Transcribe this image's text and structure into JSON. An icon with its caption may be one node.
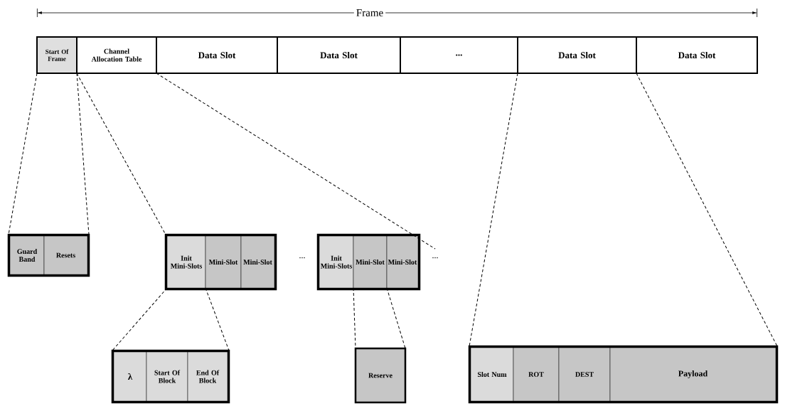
{
  "diagram": {
    "nodes": [
      {
        "text": [
          "Start Of Frame"
        ]
      },
      {
        "text": [
          "Channel Allocation Table"
        ]
      },
      {
        "text": [
          "Data Slot"
        ]
      },
      {
        "text": [
          "Data Slot"
        ]
      },
      {
        "text": [
          "..."
        ]
      },
      {
        "text": [
          "Data Slot"
        ]
      },
      {
        "text": [
          "Data Slot"
        ]
      },
      {
        "text": [],
        "shape": "box"
      },
      {
        "text": [
          "Guard Band"
        ],
        "in": 7
      },
      {
        "text": [
          "Resets"
        ],
        "in": 7
      },
      {
        "text": [],
        "shape": "box"
      },
      {
        "text": [
          "Init Mini-Slots"
        ],
        "in": 10
      },
      {
        "text": [
          "Mini-Slot"
        ],
        "in": 10
      },
      {
        "text": [
          "Mini-Slot"
        ],
        "in": 10
      },
      {
        "text": [
          "..."
        ]
      },
      {
        "text": [],
        "shape": "box"
      },
      {
        "text": [
          "Init Mini-Slots"
        ],
        "in": 15
      },
      {
        "text": [
          "Mini-Slot"
        ],
        "in": 15
      },
      {
        "text": [
          "Mini-Slot"
        ],
        "in": 15
      },
      {
        "text": [
          "..."
        ]
      },
      {
        "text": [],
        "shape": "box"
      },
      {
        "text": [
          "λ"
        ],
        "in": 20
      },
      {
        "text": [
          "Start Of Block"
        ],
        "in": 20
      },
      {
        "text": [
          "End Of Block"
        ],
        "in": 20
      },
      {
        "text": [
          "Reserve"
        ]
      },
      {
        "text": [],
        "shape": "box"
      },
      {
        "text": [
          "Slot Num"
        ],
        "in": 25
      },
      {
        "text": [
          "ROT"
        ],
        "in": 25
      },
      {
        "text": [
          "DEST"
        ],
        "in": 25
      },
      {
        "text": [
          "Payload"
        ],
        "in": 25
      }
    ],
    "edges": [
      {
        "from": 0,
        "to": 7,
        "arrow": "none",
        "style": "dashed"
      },
      {
        "from": 0,
        "to": 7,
        "arrow": "none",
        "style": "dashed"
      },
      {
        "from": 1,
        "to": 10,
        "arrow": "none",
        "style": "dashed"
      },
      {
        "from": 1,
        "to": 19,
        "arrow": "none",
        "style": "dashed"
      },
      {
        "from": 11,
        "to": 20,
        "arrow": "none",
        "style": "dashed"
      },
      {
        "from": 11,
        "to": 20,
        "arrow": "none",
        "style": "dashed"
      },
      {
        "from": 17,
        "to": 24,
        "arrow": "none",
        "style": "dashed"
      },
      {
        "from": 17,
        "to": 24,
        "arrow": "none",
        "style": "dashed"
      },
      {
        "from": 5,
        "to": 25,
        "arrow": "none",
        "style": "dashed"
      },
      {
        "from": 5,
        "to": 25,
        "arrow": "none",
        "style": "dashed"
      }
    ],
    "labels": [
      "Frame"
    ]
  }
}
